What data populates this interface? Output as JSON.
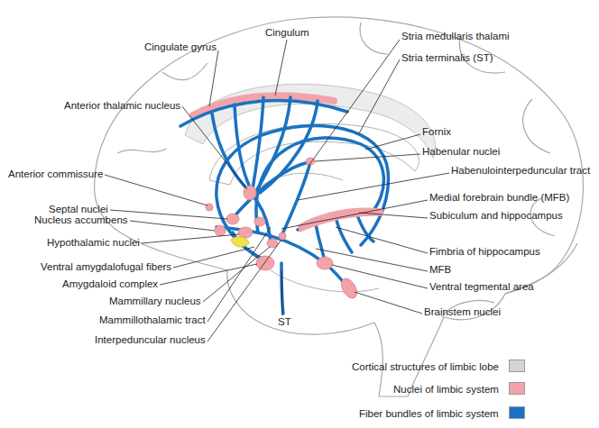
{
  "diagram": {
    "labels": [
      "Cingulum",
      "Cingulate gyrus",
      "Stria medullaris thalami",
      "Anterior thalamic nucleus",
      "Stria terminalis (ST)",
      "Fornix",
      "Habenular nuclei",
      "Anterior commissure",
      "Habenulointerpeduncular tract",
      "Septal nuclei",
      "Medial forebrain bundle (MFB)",
      "Nucleus accumbens",
      "Subiculum and hippocampus",
      "Hypothalamic nuclei",
      "Fimbria of hippocampus",
      "Ventral amygdalofugal fibers",
      "MFB",
      "Amygdaloid complex",
      "Ventral tegmental area",
      "Mammillary nucleus",
      "Brainstem nuclei",
      "Mammillothalamic tract",
      "ST",
      "Interpeduncular nucleus"
    ],
    "legend": [
      {
        "text": "Cortical structures of limbic lobe",
        "color": "#d4d4d4"
      },
      {
        "text": "Nuclei of limbic system",
        "color": "#f2a3aa"
      },
      {
        "text": "Fiber bundles of limbic system",
        "color": "#1a72c2"
      }
    ]
  }
}
